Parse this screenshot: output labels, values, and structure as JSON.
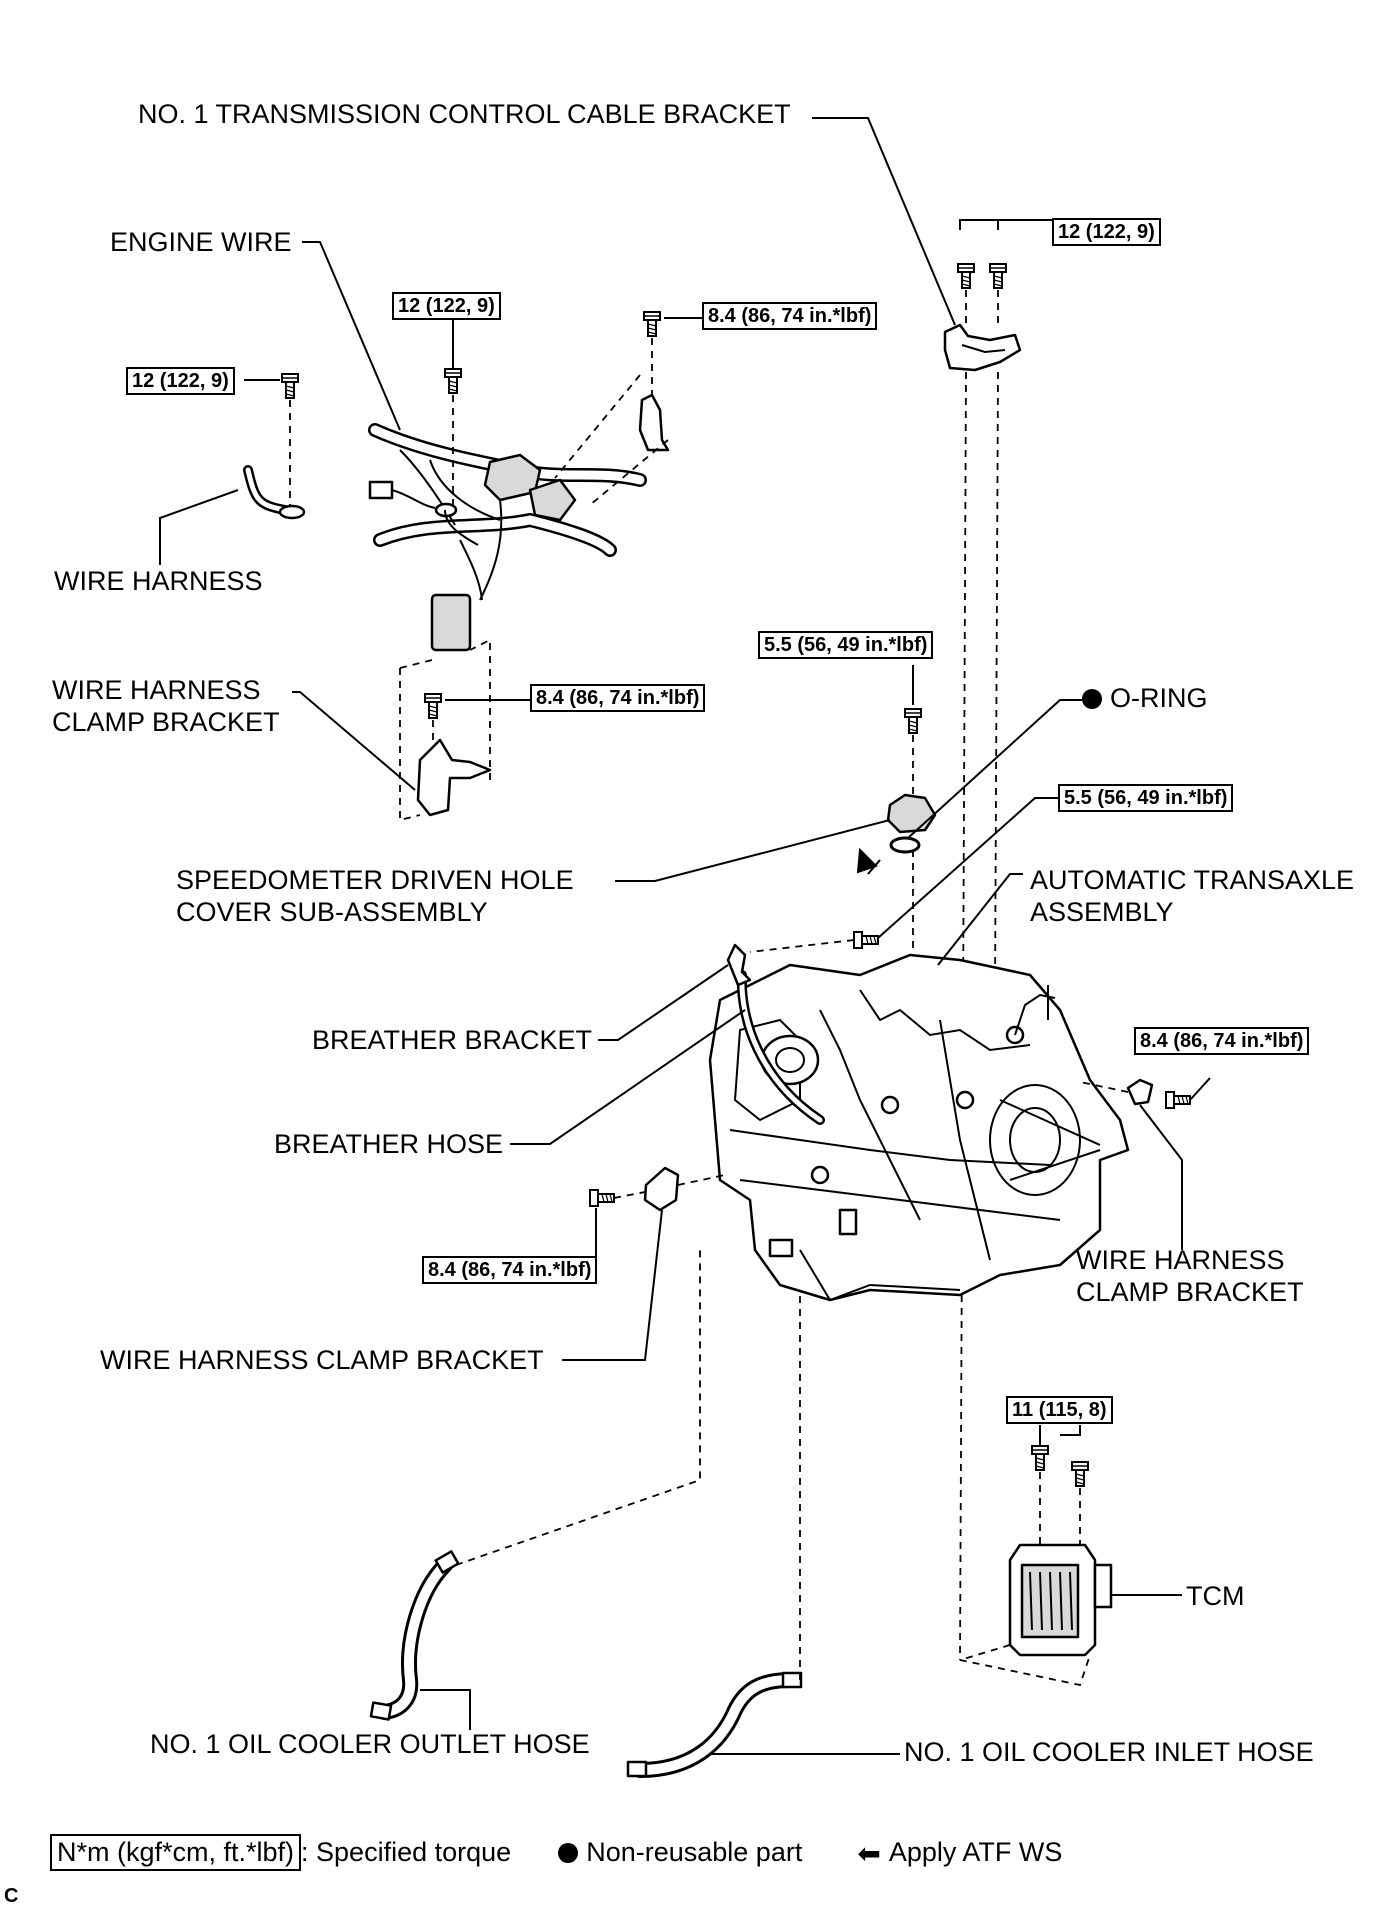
{
  "labels": {
    "tc_cable_bracket": "NO. 1 TRANSMISSION CONTROL CABLE BRACKET",
    "engine_wire": "ENGINE WIRE",
    "wire_harness": "WIRE HARNESS",
    "wh_clamp_bracket_l1": "WIRE HARNESS",
    "wh_clamp_bracket_l2": "CLAMP BRACKET",
    "o_ring": "O-RING",
    "speedo_l1": "SPEEDOMETER DRIVEN HOLE",
    "speedo_l2": "COVER SUB-ASSEMBLY",
    "transaxle_l1": "AUTOMATIC TRANSAXLE",
    "transaxle_l2": "ASSEMBLY",
    "breather_bracket": "BREATHER BRACKET",
    "breather_hose": "BREATHER HOSE",
    "wh_clamp_right_l1": "WIRE HARNESS",
    "wh_clamp_right_l2": "CLAMP BRACKET",
    "wh_clamp_bottom": "WIRE HARNESS CLAMP BRACKET",
    "tcm": "TCM",
    "outlet_hose": "NO. 1 OIL COOLER OUTLET HOSE",
    "inlet_hose": "NO. 1 OIL COOLER INLET HOSE",
    "figure_code": "C"
  },
  "torques": {
    "bracket_top": "12 (122, 9)",
    "engine_wire": "12 (122, 9)",
    "wire_harness": "12 (122, 9)",
    "engine_bracket": "8.4 (86, 74 in.*lbf)",
    "clamp_bracket": "8.4 (86, 74 in.*lbf)",
    "speedo_bolt": "5.5 (56, 49 in.*lbf)",
    "breather_bolt": "5.5 (56, 49 in.*lbf)",
    "right_clamp": "8.4 (86, 74 in.*lbf)",
    "left_clamp": "8.4 (86, 74 in.*lbf)",
    "tcm_bolts": "11 (115, 8)"
  },
  "legend": {
    "torque_box": "N*m (kgf*cm, ft.*lbf)",
    "torque_text": ": Specified torque",
    "nonreusable_text": "Non-reusable part",
    "atf_text": "Apply ATF WS"
  },
  "colors": {
    "ink": "#000000",
    "paper": "#ffffff",
    "shade": "#d9d9d9"
  }
}
